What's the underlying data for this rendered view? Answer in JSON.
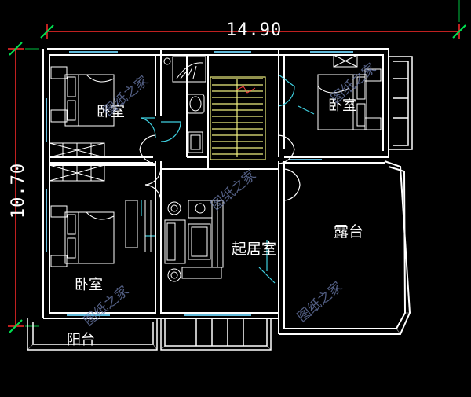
{
  "dimensions": {
    "width_label": "14.90",
    "height_label": "10.70"
  },
  "rooms": {
    "bedroom_top_left": "卧室",
    "bedroom_top_right": "卧室",
    "bedroom_bottom_left": "卧室",
    "living_room": "起居室",
    "terrace": "露台",
    "balcony": "阳台"
  },
  "watermark": "图纸之家",
  "colors": {
    "background": "#000000",
    "wall": "#ffffff",
    "dimension_line": "#ff2a2a",
    "dimension_tick": "#00e050",
    "furniture": "#ffffff",
    "door_swing": "#3fd0e0",
    "window": "#5fb8d8",
    "stair": "#f0f080",
    "watermark": "#6f7fb0"
  }
}
